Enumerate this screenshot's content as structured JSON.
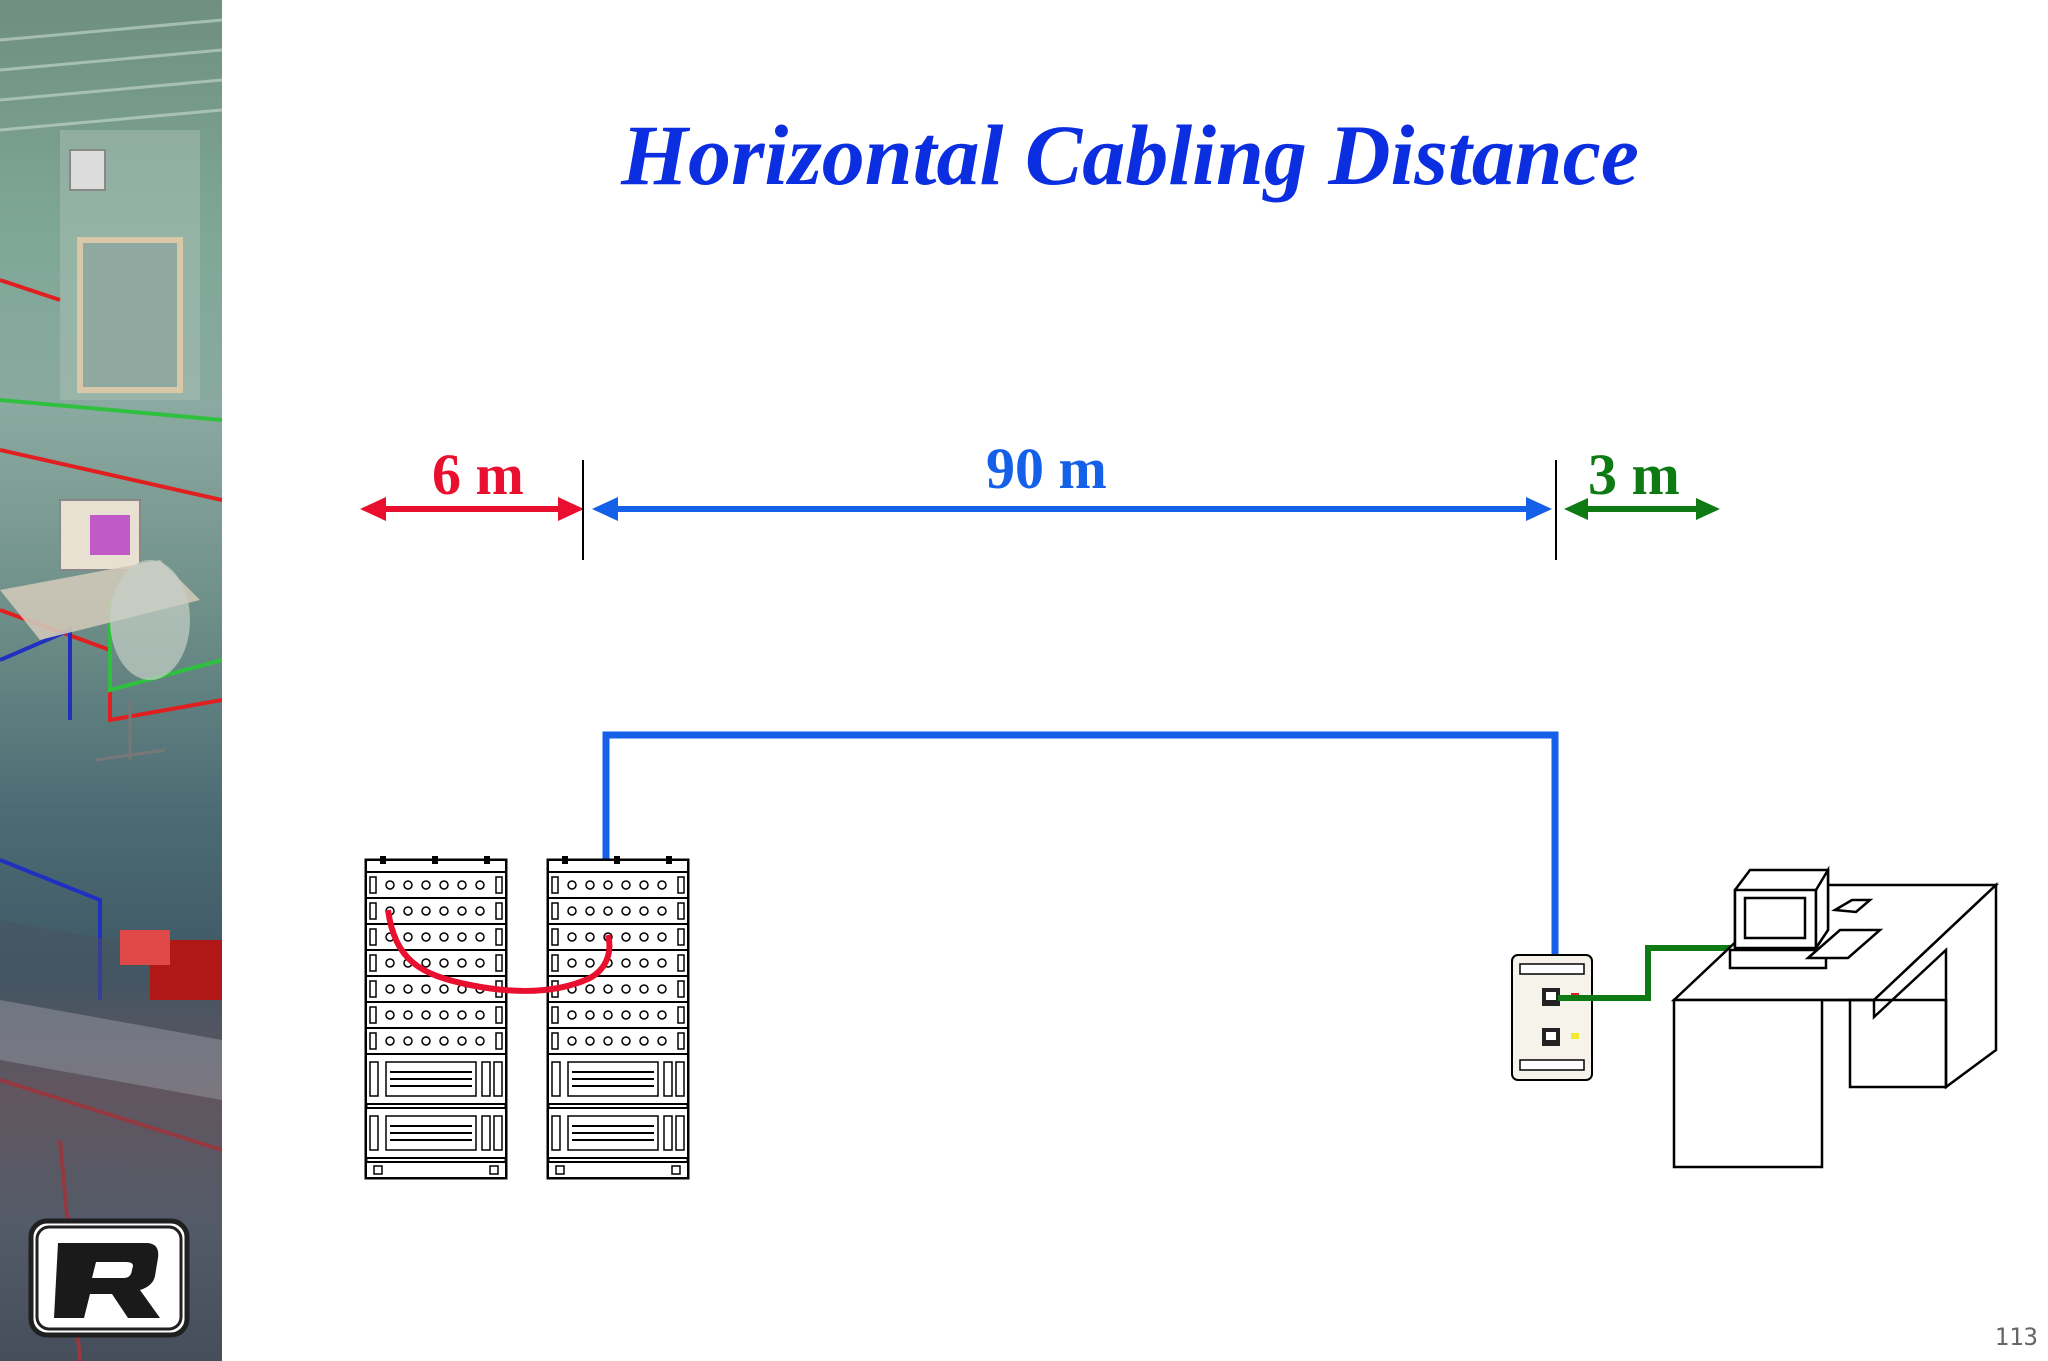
{
  "slide": {
    "title": "Horizontal Cabling Distance",
    "page_number": "113"
  },
  "distances": {
    "patch": {
      "label": "6 m",
      "color": "#e8102e"
    },
    "horizontal": {
      "label": "90 m",
      "color": "#1560e8"
    },
    "work_area": {
      "label": "3 m",
      "color": "#0e7a14"
    }
  },
  "logo": {
    "letter": "R"
  }
}
